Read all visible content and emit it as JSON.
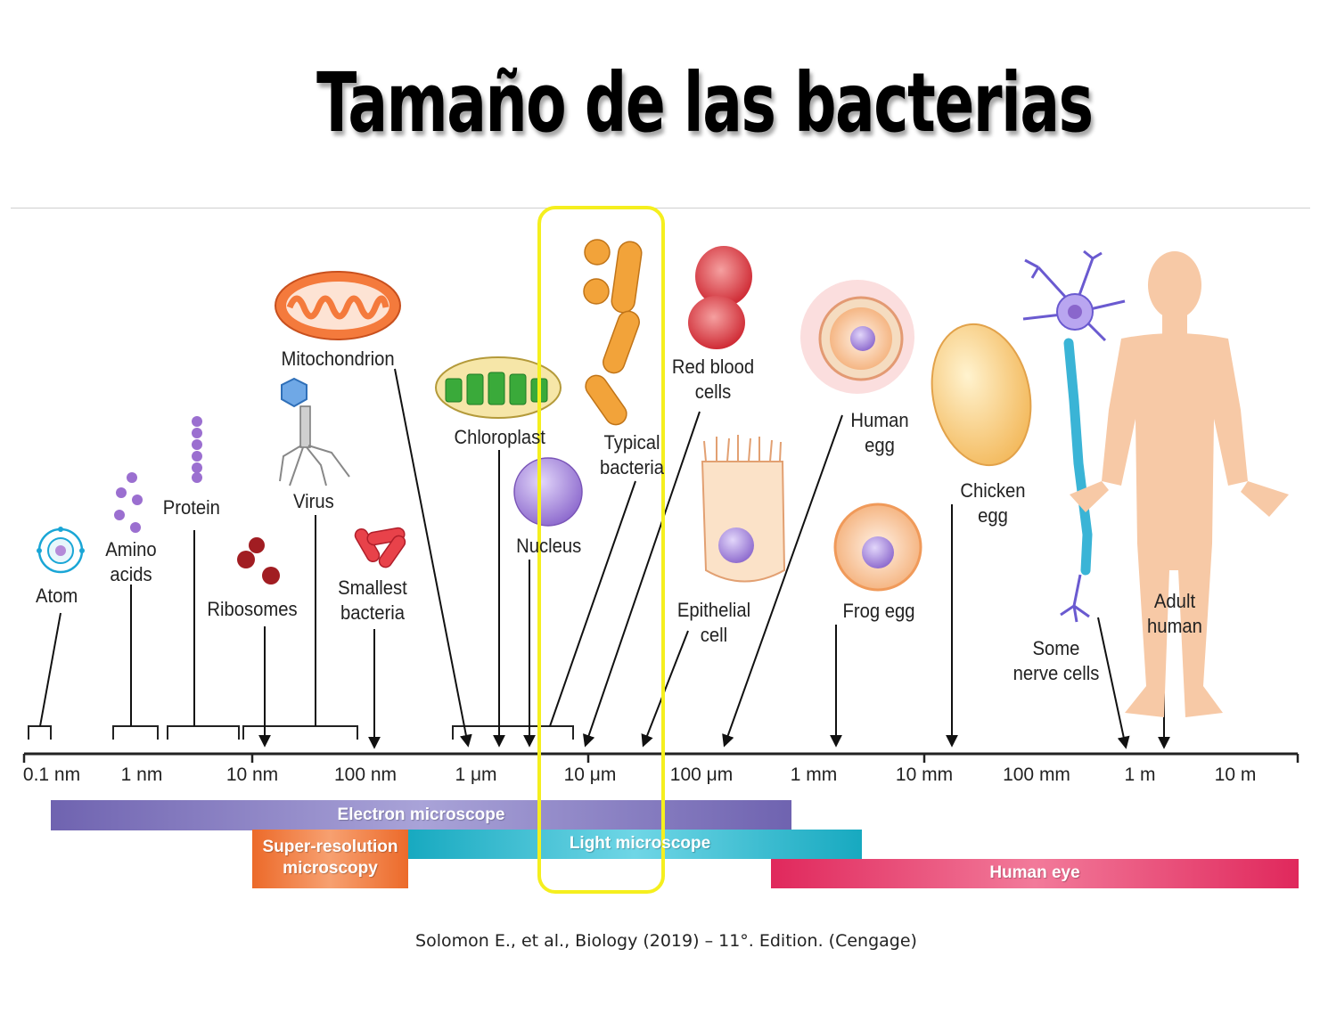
{
  "title": "Tamaño de las bacterias",
  "credit": "Solomon E., et al., Biology (2019) – 11°. Edition. (Cengage)",
  "highlight_color": "#f5ef1e",
  "scale_ticks": [
    "0.1 nm",
    "1 nm",
    "10 nm",
    "100 nm",
    "1 μm",
    "10 μm",
    "100 μm",
    "1 mm",
    "10 mm",
    "100 mm",
    "1 m",
    "10 m"
  ],
  "labels": {
    "atom": "Atom",
    "amino_acids": [
      "Amino",
      "acids"
    ],
    "protein": "Protein",
    "ribosomes": "Ribosomes",
    "virus": "Virus",
    "mitochondrion": "Mitochondrion",
    "smallest_bacteria": [
      "Smallest",
      "bacteria"
    ],
    "chloroplast": "Chloroplast",
    "nucleus": "Nucleus",
    "typical_bacteria": [
      "Typical",
      "bacteria"
    ],
    "red_blood_cells": [
      "Red blood",
      "cells"
    ],
    "epithelial_cell": [
      "Epithelial",
      "cell"
    ],
    "human_egg": [
      "Human",
      "egg"
    ],
    "frog_egg": "Frog egg",
    "chicken_egg": [
      "Chicken",
      "egg"
    ],
    "nerve_cells": [
      "Some",
      "nerve cells"
    ],
    "adult_human": [
      "Adult",
      "human"
    ]
  },
  "ranges": {
    "electron_microscope": "Electron microscope",
    "super_resolution": [
      "Super-resolution",
      "microscopy"
    ],
    "light_microscope": "Light microscope",
    "human_eye": "Human eye"
  },
  "colors": {
    "electron": "#7a70b8",
    "super_res": "#f07a3a",
    "light": "#20b6cc",
    "eye": "#e63a6a",
    "bacteria": "#f2a33a",
    "mito": "#f47a3c",
    "chloroplast": "#3aaa3a",
    "rbc": "#d8333a",
    "nucleus": "#9b7ad8",
    "human": "#f7c9a6"
  }
}
